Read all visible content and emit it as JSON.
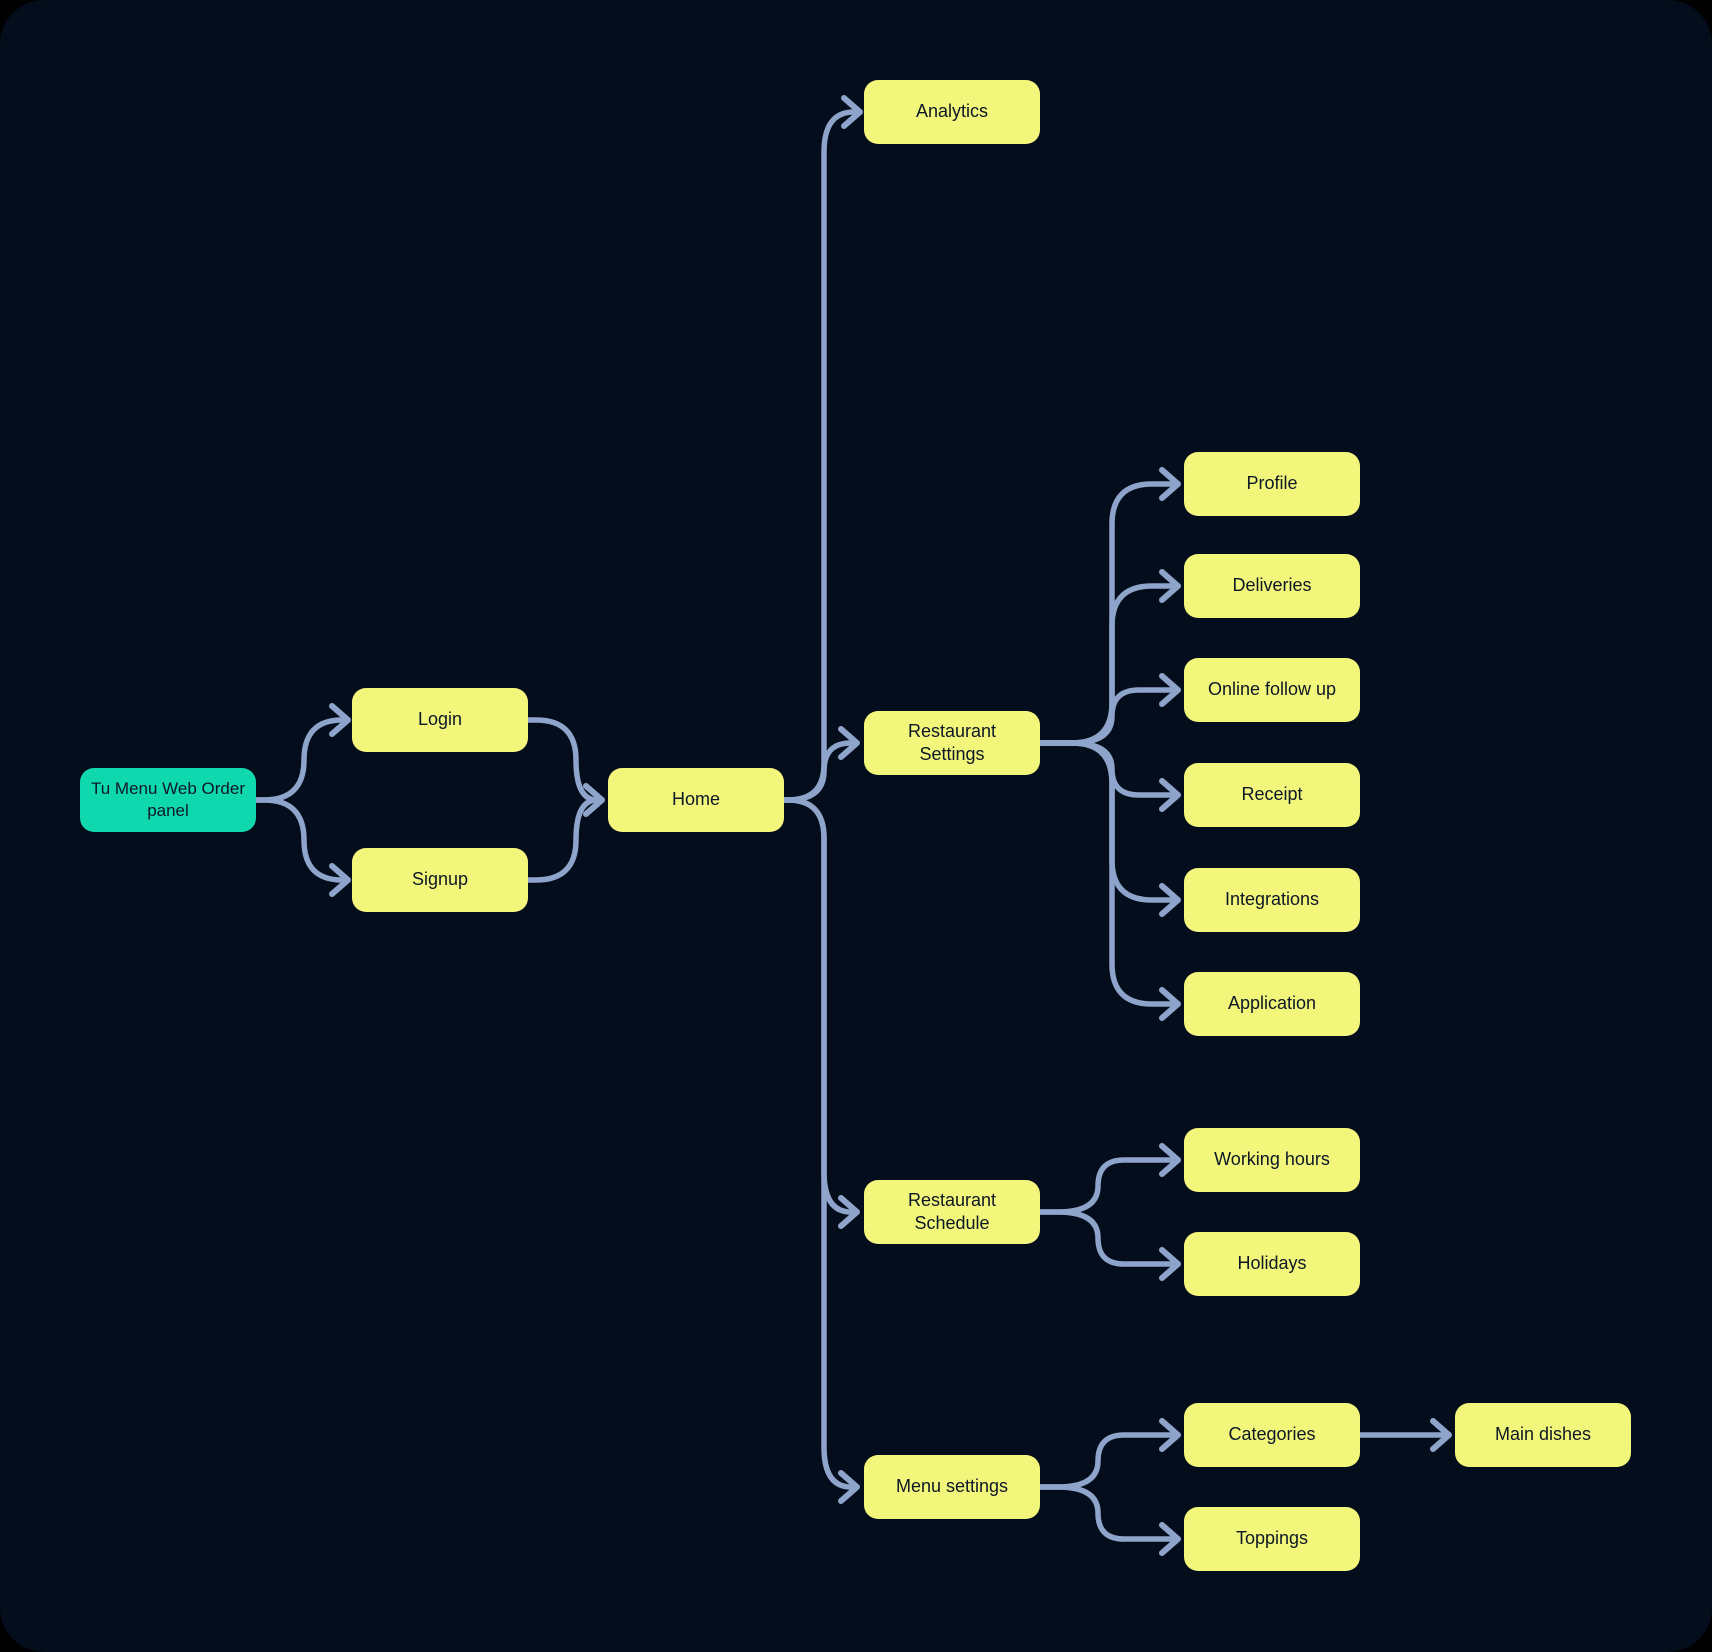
{
  "diagram": {
    "type": "flowchart",
    "colors": {
      "background": "#030d1b",
      "node_fill": "#f2f77b",
      "root_node_fill": "#0fd8ae",
      "connector": "#8ea4ca",
      "node_text": "#0d1726"
    },
    "nodes": {
      "root": {
        "label": "Tu Menu Web Order panel"
      },
      "login": {
        "label": "Login"
      },
      "signup": {
        "label": "Signup"
      },
      "home": {
        "label": "Home"
      },
      "analytics": {
        "label": "Analytics"
      },
      "restaurant_settings": {
        "label": "Restaurant Settings"
      },
      "profile": {
        "label": "Profile"
      },
      "deliveries": {
        "label": "Deliveries"
      },
      "online_follow_up": {
        "label": "Online follow up"
      },
      "receipt": {
        "label": "Receipt"
      },
      "integrations": {
        "label": "Integrations"
      },
      "application": {
        "label": "Application"
      },
      "restaurant_schedule": {
        "label": "Restaurant Schedule"
      },
      "working_hours": {
        "label": "Working hours"
      },
      "holidays": {
        "label": "Holidays"
      },
      "menu_settings": {
        "label": "Menu settings"
      },
      "categories": {
        "label": "Categories"
      },
      "toppings": {
        "label": "Toppings"
      },
      "main_dishes": {
        "label": "Main dishes"
      }
    },
    "edges": [
      {
        "from": "root",
        "to": "login"
      },
      {
        "from": "root",
        "to": "signup"
      },
      {
        "from": "login",
        "to": "home"
      },
      {
        "from": "signup",
        "to": "home"
      },
      {
        "from": "home",
        "to": "analytics"
      },
      {
        "from": "home",
        "to": "restaurant_settings"
      },
      {
        "from": "home",
        "to": "restaurant_schedule"
      },
      {
        "from": "home",
        "to": "menu_settings"
      },
      {
        "from": "restaurant_settings",
        "to": "profile"
      },
      {
        "from": "restaurant_settings",
        "to": "deliveries"
      },
      {
        "from": "restaurant_settings",
        "to": "online_follow_up"
      },
      {
        "from": "restaurant_settings",
        "to": "receipt"
      },
      {
        "from": "restaurant_settings",
        "to": "integrations"
      },
      {
        "from": "restaurant_settings",
        "to": "application"
      },
      {
        "from": "restaurant_schedule",
        "to": "working_hours"
      },
      {
        "from": "restaurant_schedule",
        "to": "holidays"
      },
      {
        "from": "menu_settings",
        "to": "categories"
      },
      {
        "from": "menu_settings",
        "to": "toppings"
      },
      {
        "from": "categories",
        "to": "main_dishes"
      }
    ]
  }
}
